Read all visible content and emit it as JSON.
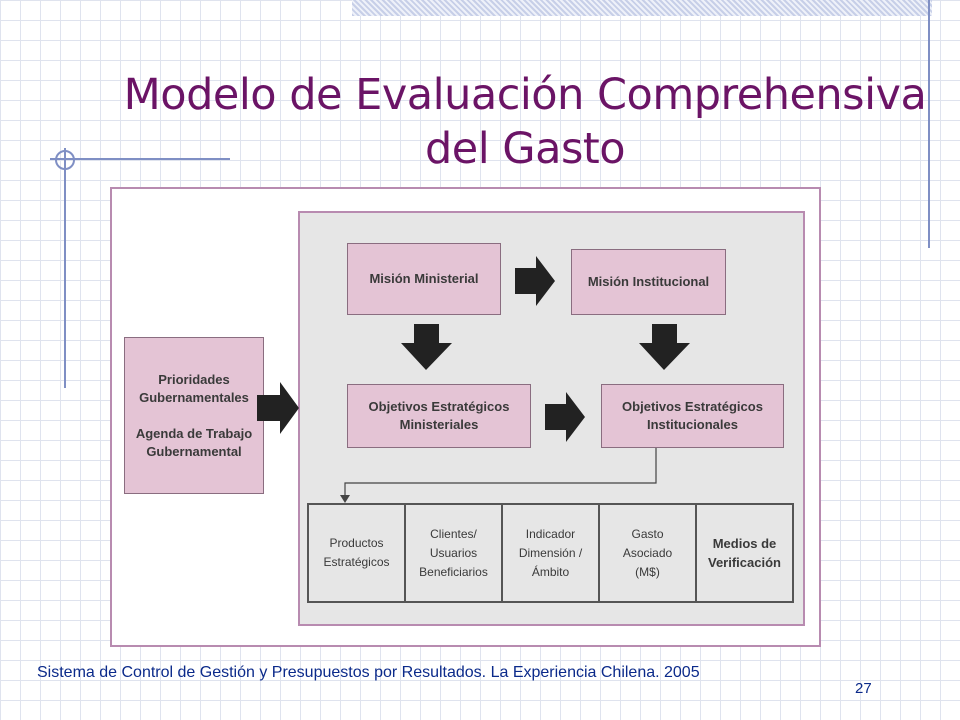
{
  "slide": {
    "title": "Modelo de Evaluación Comprehensiva del Gasto",
    "footer_text": "Sistema de Control de Gestión y Presupuestos por Resultados. La Experiencia Chilena. 2005",
    "page_number": "27"
  },
  "diagram": {
    "left_box": "Prioridades\nGubernamentales\n\nAgenda de Trabajo\nGubernamental",
    "mision_ministerial": "Misión Ministerial",
    "mision_institucional": "Misión Institucional",
    "objetivos_ministeriales": "Objetivos Estratégicos\nMinisteriales",
    "objetivos_institucionales": "Objetivos Estratégicos\nInstitucionales",
    "table_cells": [
      "Productos\nEstratégicos",
      "Clientes/\nUsuarios\nBeneficiarios",
      "Indicador\nDimensión /\nÁmbito",
      "Gasto\nAsociado\n(M$)",
      "Medios de\nVerificación"
    ]
  },
  "colors": {
    "title": "#6b1466",
    "box_fill": "#e4c4d5",
    "panel_fill": "#e6e6e6",
    "frame_border": "#b88bb0",
    "arrow": "#222222",
    "footer_text": "#0b2a8a"
  }
}
